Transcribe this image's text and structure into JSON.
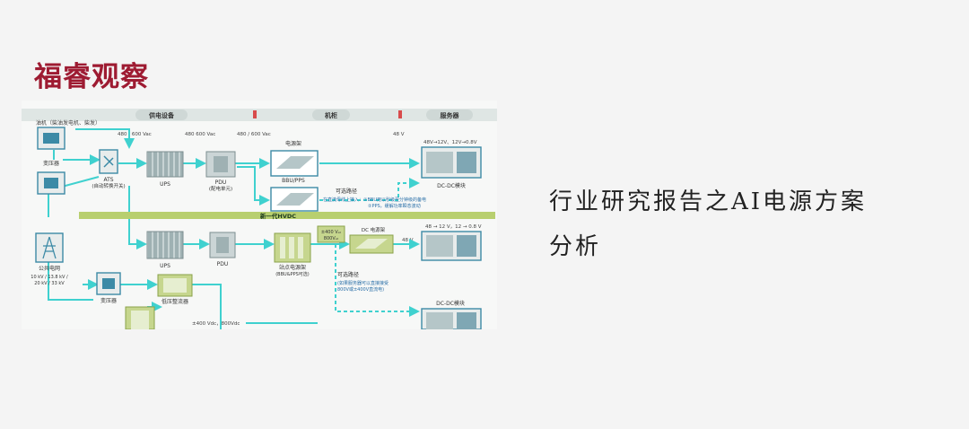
{
  "brand": {
    "title": "福睿观察"
  },
  "headline": {
    "line1": "行业研究报告之AI电源方案",
    "line2": "分析"
  },
  "colors": {
    "brand": "#9e1b32",
    "flow": "#3fd1cf",
    "bus": "#b8cf6f",
    "header": "#dfe6e4"
  },
  "diagram": {
    "headers": [
      "供电设备",
      "机柜",
      "服务器"
    ],
    "top_left_label": "油机（柴油发电机、柴发）",
    "voltages": [
      "480 / 600 Vac",
      "480 600 Vac",
      "480 / 600 Vac",
      "48 V",
      "48V→12V、12V→0.8V",
      "48 V",
      "48 → 12 V，12 → 0.8 V",
      "±400 Vdc，800Vdc"
    ],
    "v400": [
      "±400 Vₐₜ",
      "800Vₐₜ"
    ],
    "nodes": {
      "transformer": "变压器",
      "ats": "ATS",
      "ats_sub": "(自动转换开关)",
      "ups": "UPS",
      "pdu": "PDU",
      "pdu_sub": "(配电单元)",
      "psu_rack": "电源架",
      "bbu": "BBU/PPS",
      "dcdc": "DC-DC模块",
      "grid": "公共电网",
      "grid_v1": "10 kV / 13.8 kV /",
      "grid_v2": "20 kV / 33 kV",
      "ups2": "UPS",
      "pdu2": "PDU",
      "dc_rack": "DC 电源架",
      "station_rack": "站点电源架",
      "station_sub": "(BBU&PPS可选)",
      "transformer2": "变压器",
      "rectifier": "低压整流器",
      "dcdc2": "DC-DC模块"
    },
    "hvdc_bus": "新一代HVDC",
    "optional1": [
      "可选路径",
      "在直流母线上接入：①BBU用以秒级至分钟级的备电",
      "②PPS，缓解功率瞬态波动"
    ],
    "optional2": [
      "可选路径",
      "(如果服务器可以直接接受",
      "800V或±400V直流电)"
    ]
  }
}
